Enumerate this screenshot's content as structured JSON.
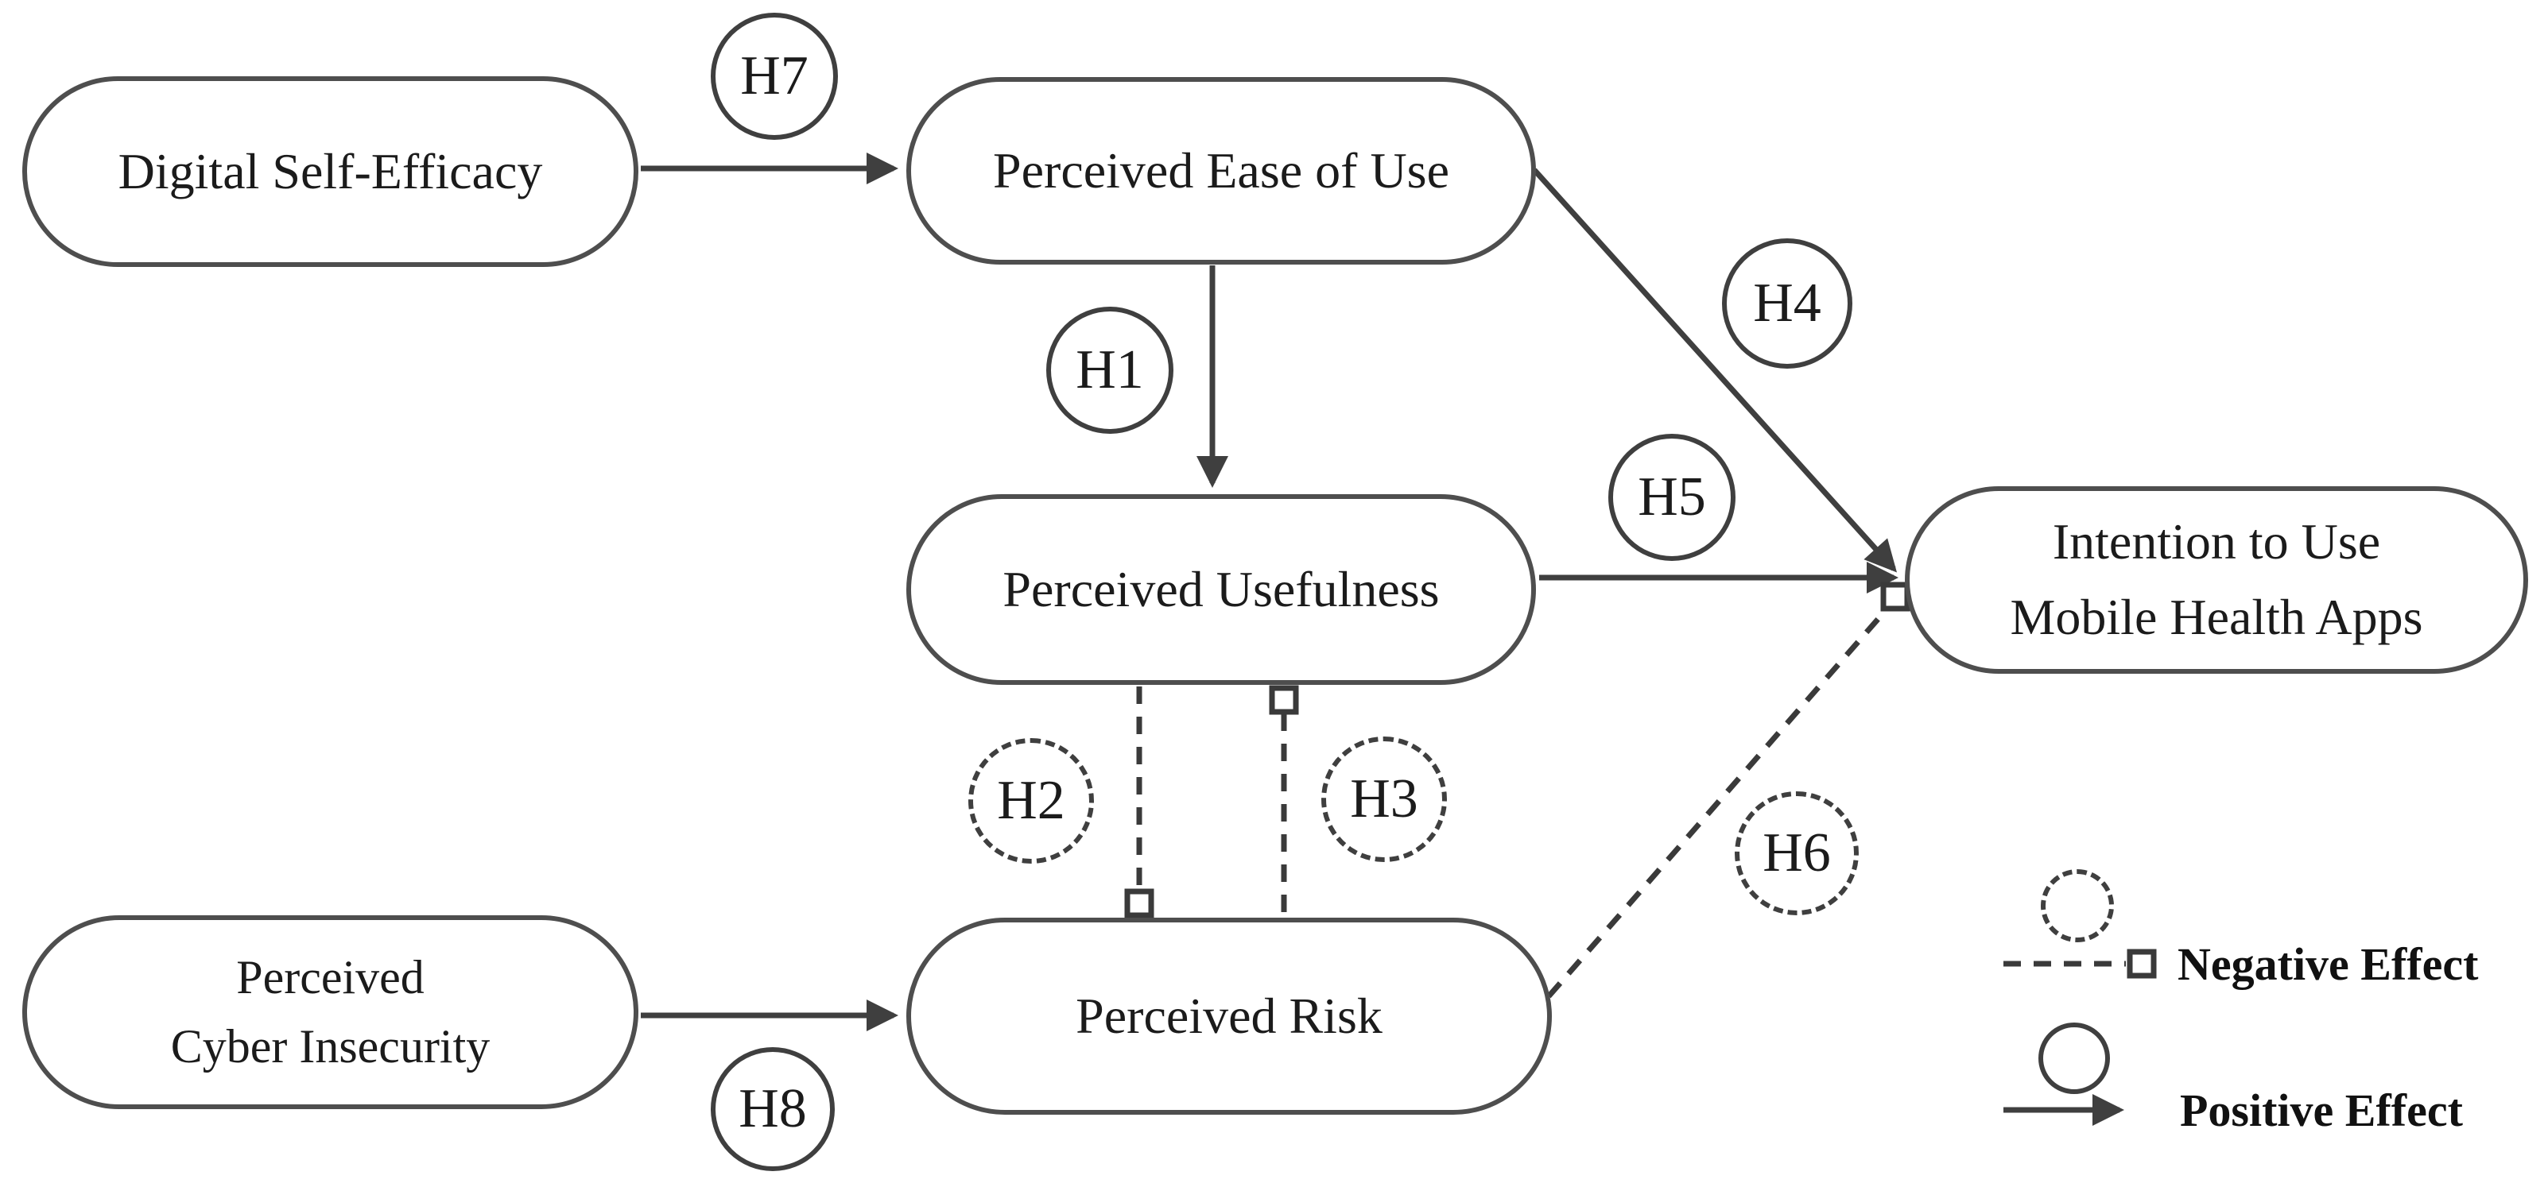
{
  "figure": {
    "type": "research-model-diagram",
    "description": "Hypothesized model: technology acceptance of mobile health apps with eight hypotheses (H1-H8)"
  },
  "nodes": {
    "digital_self_efficacy": {
      "label": "Digital Self-Efficacy"
    },
    "perceived_ease_of_use": {
      "label": "Perceived Ease of Use"
    },
    "perceived_usefulness": {
      "label": "Perceived Usefulness"
    },
    "perceived_risk": {
      "label": "Perceived Risk"
    },
    "perceived_cyber_insecurity": {
      "line1": "Perceived",
      "line2": "Cyber Insecurity"
    },
    "intention_mobile_health": {
      "line1": "Intention to Use",
      "line2": "Mobile Health Apps"
    }
  },
  "hypotheses": {
    "h1": {
      "label": "H1",
      "from": "Perceived Ease of Use",
      "to": "Perceived Usefulness",
      "effect": "positive"
    },
    "h2": {
      "label": "H2",
      "from": "Perceived Usefulness",
      "to": "Perceived Risk",
      "effect": "negative"
    },
    "h3": {
      "label": "H3",
      "from": "Perceived Risk",
      "to": "Perceived Usefulness",
      "effect": "negative"
    },
    "h4": {
      "label": "H4",
      "from": "Perceived Ease of Use",
      "to": "Intention to Use Mobile Health Apps",
      "effect": "positive"
    },
    "h5": {
      "label": "H5",
      "from": "Perceived Usefulness",
      "to": "Intention to Use Mobile Health Apps",
      "effect": "positive"
    },
    "h6": {
      "label": "H6",
      "from": "Perceived Risk",
      "to": "Intention to Use Mobile Health Apps",
      "effect": "negative"
    },
    "h7": {
      "label": "H7",
      "from": "Digital Self-Efficacy",
      "to": "Perceived Ease of Use",
      "effect": "positive"
    },
    "h8": {
      "label": "H8",
      "from": "Perceived Cyber Insecurity",
      "to": "Perceived Risk",
      "effect": "positive"
    }
  },
  "legend": {
    "negative_label": "Negative Effect",
    "positive_label": "Positive Effect"
  },
  "colors": {
    "background": "#ffffff",
    "node_border": "#4e4e4e",
    "connector": "#3f3f3f",
    "text": "#1b1b1b"
  }
}
